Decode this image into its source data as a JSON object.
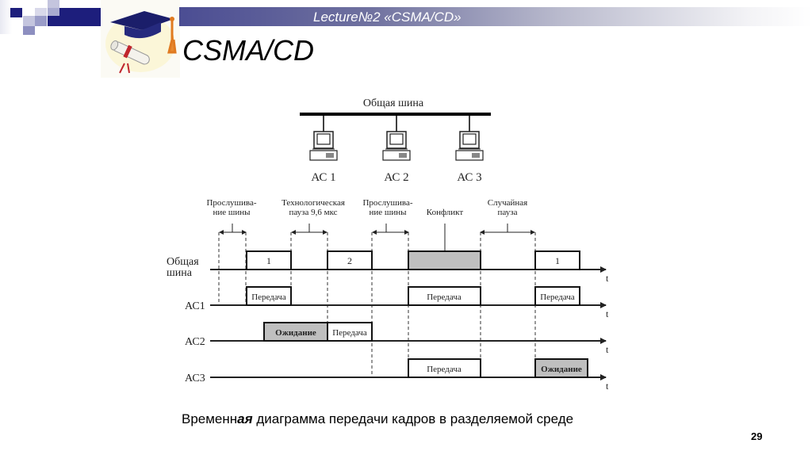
{
  "header": {
    "lecture_title": "Lecture№2 «CSMA/CD»",
    "slide_title": "CSMA/CD",
    "logo_icon": "graduation-cap-diploma-icon",
    "colors": {
      "accent_dark": "#1d1e7c",
      "accent_mid": "#4b4d93",
      "accent_light": "#b9bad6"
    }
  },
  "topology": {
    "bus_label": "Общая шина",
    "stations": [
      {
        "label": "АС 1",
        "icon": "computer-icon"
      },
      {
        "label": "АС 2",
        "icon": "computer-icon"
      },
      {
        "label": "АС 3",
        "icon": "computer-icon"
      }
    ]
  },
  "timing": {
    "annotations": [
      {
        "line1": "Прослушива-",
        "line2": "ние шины"
      },
      {
        "line1": "Технологическая",
        "line2": "пауза 9,6 мкс"
      },
      {
        "line1": "Прослушива-",
        "line2": "ние шины"
      },
      {
        "line1": "Конфликт",
        "line2": ""
      },
      {
        "line1": "Случайная",
        "line2": "пауза"
      }
    ],
    "rows": [
      {
        "label_line1": "Общая",
        "label_line2": "шина",
        "axis_label": "t",
        "blocks": [
          {
            "text": "1",
            "state": "frame"
          },
          {
            "text": "2",
            "state": "frame"
          },
          {
            "text": "",
            "state": "collision"
          },
          {
            "text": "1",
            "state": "frame"
          }
        ]
      },
      {
        "label_line1": "АС1",
        "label_line2": "",
        "axis_label": "t",
        "blocks": [
          {
            "text": "Передача",
            "state": "transmit"
          },
          {
            "text": "Передача",
            "state": "transmit"
          },
          {
            "text": "Передача",
            "state": "transmit"
          }
        ]
      },
      {
        "label_line1": "АС2",
        "label_line2": "",
        "axis_label": "t",
        "blocks": [
          {
            "text": "Ожидание",
            "state": "wait"
          },
          {
            "text": "Передача",
            "state": "transmit"
          }
        ]
      },
      {
        "label_line1": "АС3",
        "label_line2": "",
        "axis_label": "t",
        "blocks": [
          {
            "text": "Передача",
            "state": "transmit"
          },
          {
            "text": "Ожидание",
            "state": "wait"
          }
        ]
      }
    ]
  },
  "caption": {
    "part1": "Временн",
    "part2": "ая",
    "part3": " диаграмма передачи кадров в разделяемой среде"
  },
  "page_number": "29"
}
